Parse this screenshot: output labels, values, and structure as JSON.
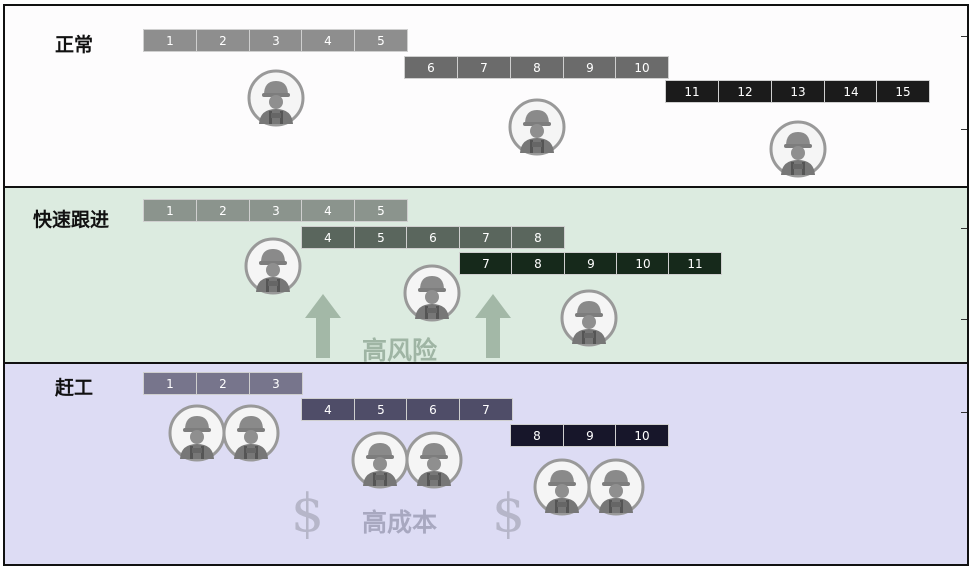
{
  "panels": {
    "normal": {
      "title": "正常",
      "rows": [
        [
          "1",
          "2",
          "3",
          "4",
          "5"
        ],
        [
          "6",
          "7",
          "8",
          "9",
          "10"
        ],
        [
          "11",
          "12",
          "13",
          "14",
          "15"
        ]
      ]
    },
    "fast": {
      "title": "快速跟进",
      "rows": [
        [
          "1",
          "2",
          "3",
          "4",
          "5"
        ],
        [
          "4",
          "5",
          "6",
          "7",
          "8"
        ],
        [
          "7",
          "8",
          "9",
          "10",
          "11"
        ]
      ],
      "risk_label": "高风险"
    },
    "crash": {
      "title": "赶工",
      "rows": [
        [
          "1",
          "2",
          "3"
        ],
        [
          "4",
          "5",
          "6",
          "7"
        ],
        [
          "8",
          "9",
          "10"
        ]
      ],
      "cost_label": "高成本",
      "currency_symbol": "$"
    }
  },
  "colors": {
    "normal_fill": "#fdfcfd",
    "fast_fill": "#dcebe0",
    "crash_fill": "#dddcf4"
  },
  "icons": [
    "worker-icon",
    "up-arrow-icon",
    "dollar-sign"
  ]
}
